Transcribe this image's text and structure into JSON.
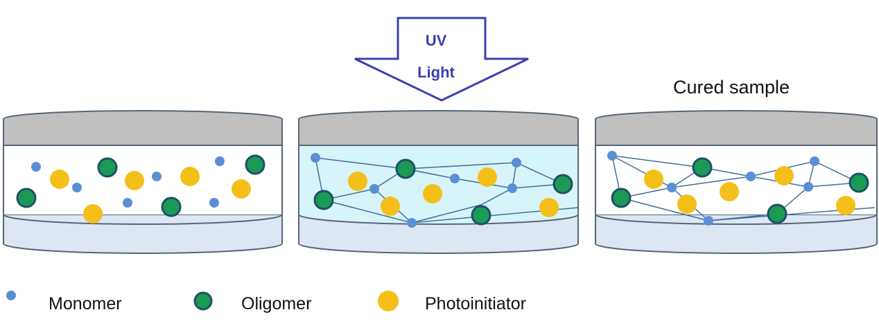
{
  "uv_arrow": {
    "line1": "UV",
    "line2": "Light",
    "color": "#3a3fb0"
  },
  "cured_label": "Cured sample",
  "legend": {
    "monomer": "Monomer",
    "oligomer": "Oligomer",
    "photoinitiator": "Photoinitiator"
  },
  "colors": {
    "monomer": "#5b8fd4",
    "oligomer_fill": "#1a9a55",
    "oligomer_stroke": "#1f4f6b",
    "photoinitiator": "#f5bf1a",
    "dish_rim": "#c0c0c0",
    "dish_outline": "#556677",
    "dish_base": "#dde6f3",
    "uv_liquid": "#d6f4fa",
    "network_line": "#3e6f9a"
  }
}
